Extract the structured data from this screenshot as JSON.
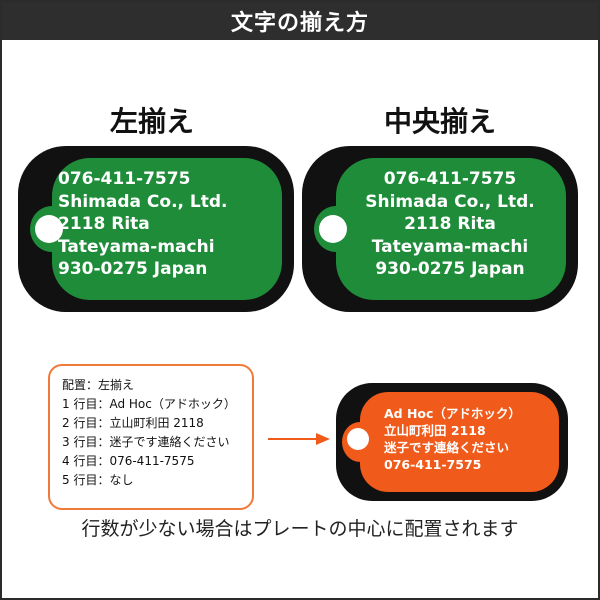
{
  "header": {
    "title": "文字の揃え方"
  },
  "columns": {
    "left_title": "左揃え",
    "center_title": "中央揃え"
  },
  "tag_lines": [
    "076-411-7575",
    "Shimada Co., Ltd.",
    "2118 Rita",
    "Tateyama-machi",
    "930-0275  Japan"
  ],
  "info_box": {
    "lines": [
      "配置：左揃え",
      "1 行目：Ad Hoc（アドホック）",
      "2 行目：立山町利田 2118",
      "3 行目：迷子です連絡ください",
      "4 行目：076-411-7575",
      "5 行目：なし"
    ]
  },
  "orange_tag": {
    "lines": [
      "Ad Hoc（アドホック）",
      "立山町利田 2118",
      "迷子です連絡ください",
      "076-411-7575"
    ]
  },
  "footer": {
    "note": "行数が少ない場合はプレートの中心に配置されます"
  },
  "colors": {
    "header_bg": "#2e2e2e",
    "tag_green": "#1f8c3a",
    "tag_orange": "#f05a1a",
    "tag_border": "#111111",
    "box_border": "#f07a3a",
    "arrow": "#f05a1a"
  }
}
